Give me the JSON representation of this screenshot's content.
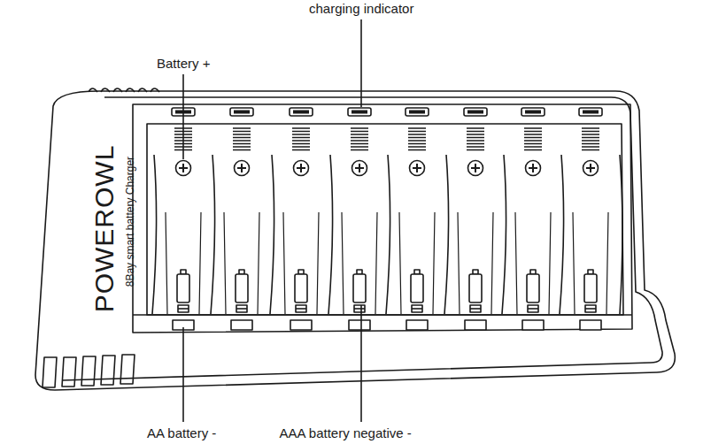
{
  "diagram": {
    "labels": [
      "charging indicator",
      "Battery +",
      "POWEROWL",
      "8Bay smart battery Charger",
      "AA battery -",
      "AAA battery negative -"
    ]
  }
}
